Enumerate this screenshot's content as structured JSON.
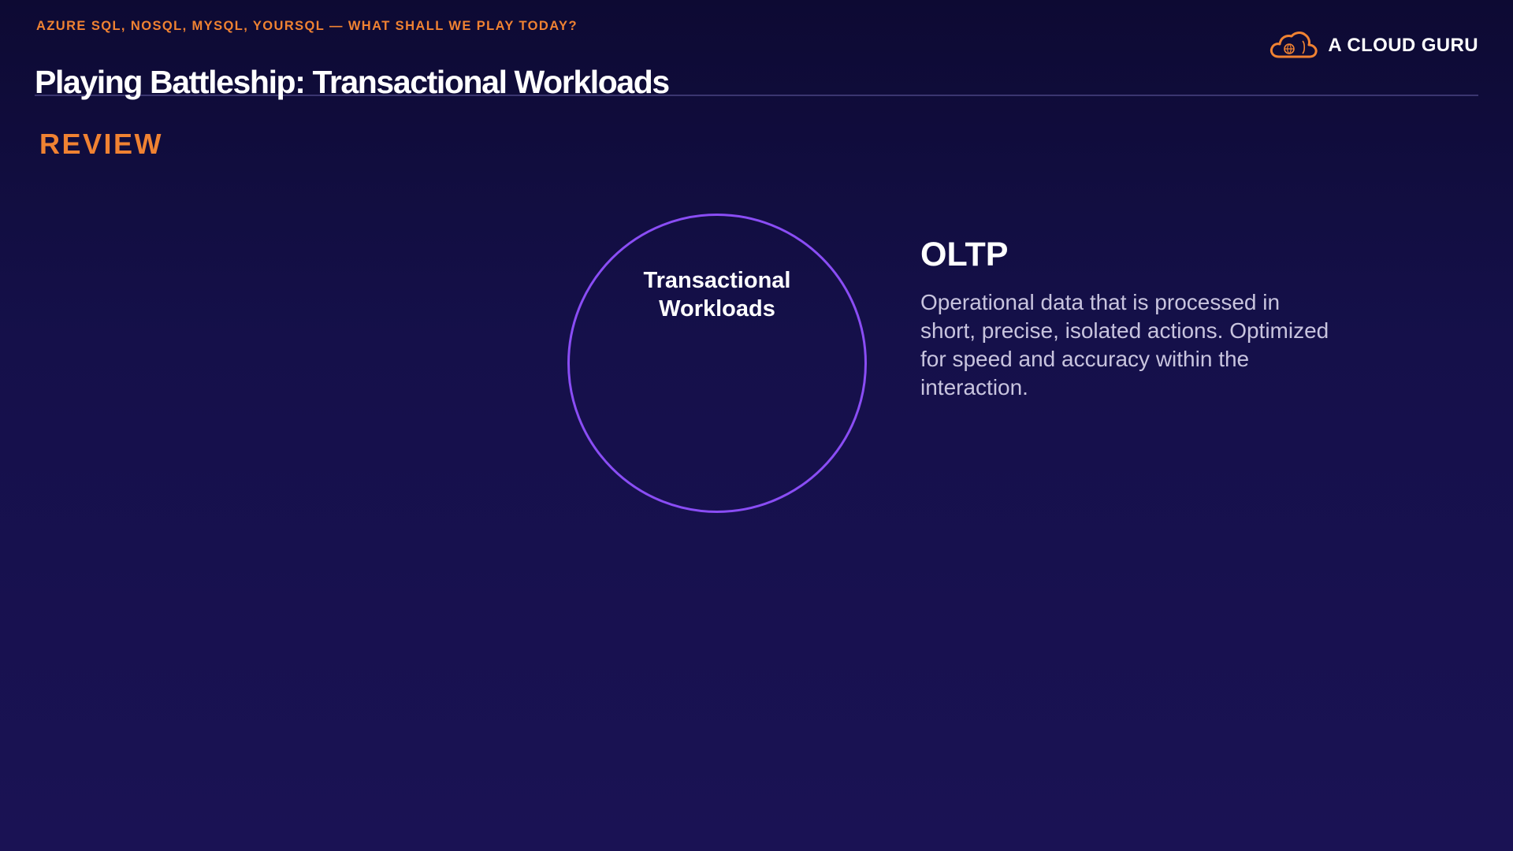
{
  "header": {
    "eyebrow": "AZURE SQL, NOSQL, MYSQL, YOURSQL — WHAT SHALL WE PLAY TODAY?",
    "title": "Playing Battleship: Transactional Workloads"
  },
  "brand": {
    "name": "A CLOUD GURU",
    "logo_icon": "cloud-logo-icon",
    "logo_color": "#f08232"
  },
  "section": {
    "label": "REVIEW"
  },
  "diagram": {
    "circle_label_line1": "Transactional",
    "circle_label_line2": "Workloads",
    "circle_color": "#8a4df5"
  },
  "definition": {
    "term": "OLTP",
    "text": "Operational data that is processed in short, precise, isolated actions. Optimized for speed and accuracy within the interaction."
  },
  "colors": {
    "accent": "#f08232",
    "background": "#15104a",
    "divider": "#3b3670"
  }
}
